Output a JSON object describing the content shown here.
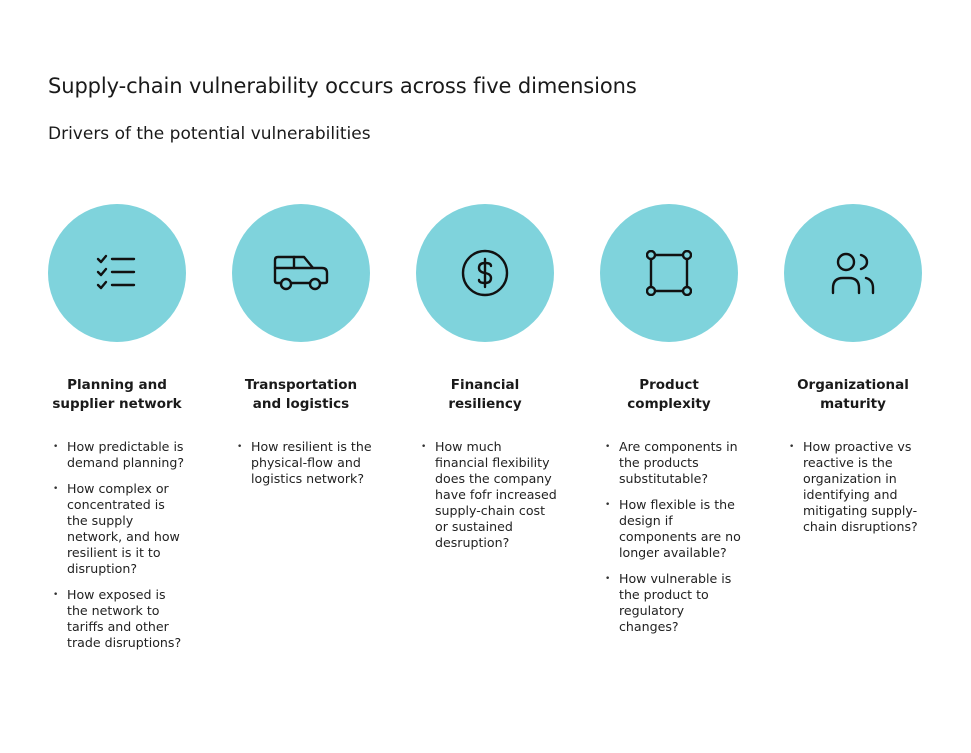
{
  "title": "Supply-chain vulnerability occurs across five dimensions",
  "subtitle": "Drivers of the potential vulnerabilities",
  "colors": {
    "circle_fill": "#7fd3dc",
    "icon_stroke": "#111111",
    "text": "#1a1a1a"
  },
  "dimensions": [
    {
      "icon": "checklist-icon",
      "heading_line1": "Planning and",
      "heading_line2": "supplier network",
      "bullets": [
        "How predictable is demand planning?",
        "How complex or concentrated is the supply network, and how resilient is it to disruption?",
        "How exposed is the network to tariffs and other trade disruptions?"
      ]
    },
    {
      "icon": "car-icon",
      "heading_line1": "Transportation",
      "heading_line2": "and logistics",
      "bullets": [
        "How resilient is the physical-flow and logistics network?"
      ]
    },
    {
      "icon": "dollar-icon",
      "heading_line1": "Financial",
      "heading_line2": "resiliency",
      "bullets": [
        "How much financial flexibility does the company have fofr increased supply-chain cost or sustained desruption?"
      ]
    },
    {
      "icon": "nodes-square-icon",
      "heading_line1": "Product",
      "heading_line2": "complexity",
      "bullets": [
        "Are components in the products substitutable?",
        "How flexible is the design if components are no longer available?",
        "How vulnerable is the product to regulatory changes?"
      ]
    },
    {
      "icon": "users-icon",
      "heading_line1": "Organizational",
      "heading_line2": "maturity",
      "bullets": [
        "How proactive vs reactive is the organization in identifying and mitigating supply-chain disruptions?"
      ]
    }
  ]
}
